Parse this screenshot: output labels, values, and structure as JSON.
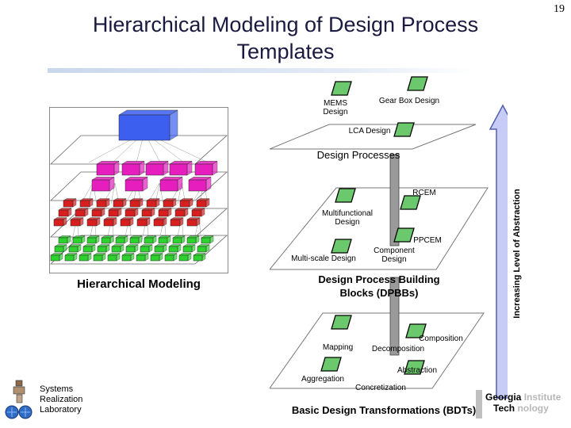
{
  "slide_number": "19",
  "title_line1": "Hierarchical Modeling of Design Process",
  "title_line2": "Templates",
  "left_panel": {
    "caption": "Hierarchical Modeling"
  },
  "top_group": {
    "labels": {
      "mems": "MEMS Design",
      "gear": "Gear Box Design",
      "lca": "LCA Design"
    },
    "caption": "Design Processes"
  },
  "middle_group": {
    "labels": {
      "rcem": "RCEM",
      "multifunctional": "Multifunctional Design",
      "ppcem": "PPCEM",
      "component": "Component Design",
      "multiscale": "Multi-scale Design"
    },
    "caption_line1": "Design Process Building",
    "caption_line2": "Blocks (DPBBs)"
  },
  "bottom_group": {
    "labels": {
      "mapping": "Mapping",
      "composition": "Composition",
      "decomposition": "Decomposition",
      "abstraction": "Abstraction",
      "aggregation": "Aggregation",
      "concretization": "Concretization"
    },
    "caption": "Basic Design Transformations (BDTs)"
  },
  "arrow_label": "Increasing Level of Abstraction",
  "lab_logo": {
    "line1": "Systems",
    "line2": "Realization",
    "line3": "Laboratory"
  },
  "gt_logo": {
    "line1a": "Georgia",
    "line1b": "Institute",
    "line2a": "Tech",
    "line2b": "nology"
  },
  "colors": {
    "title": "#1a1a40",
    "blue_box": "#3c5ff0",
    "magenta_box": "#e61ebe",
    "red_box": "#d81e1e",
    "green_box": "#2ed22e",
    "dpbb_green": "#6cc86c",
    "arrow_fill": "#c6ccf6",
    "arrow_stroke": "#5060b0"
  }
}
